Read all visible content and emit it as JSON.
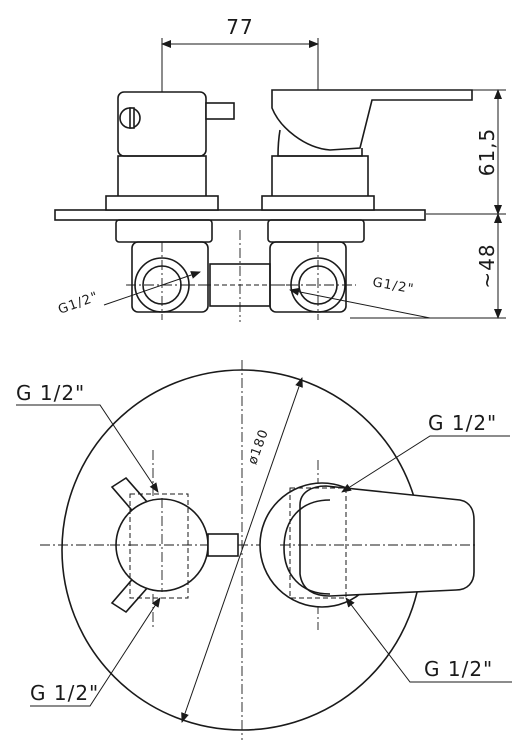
{
  "dimensions": {
    "width_top": "77",
    "height_upper": "61,5",
    "depth_lower": "~48",
    "diameter": "ø180"
  },
  "side_view": {
    "left_connection": "G1/2\"",
    "right_connection": "G1/2\""
  },
  "front_view": {
    "thread_top_left": "G 1/2\"",
    "thread_top_right": "G 1/2\"",
    "thread_bottom_left": "G 1/2\"",
    "thread_bottom_right": "G 1/2\""
  }
}
